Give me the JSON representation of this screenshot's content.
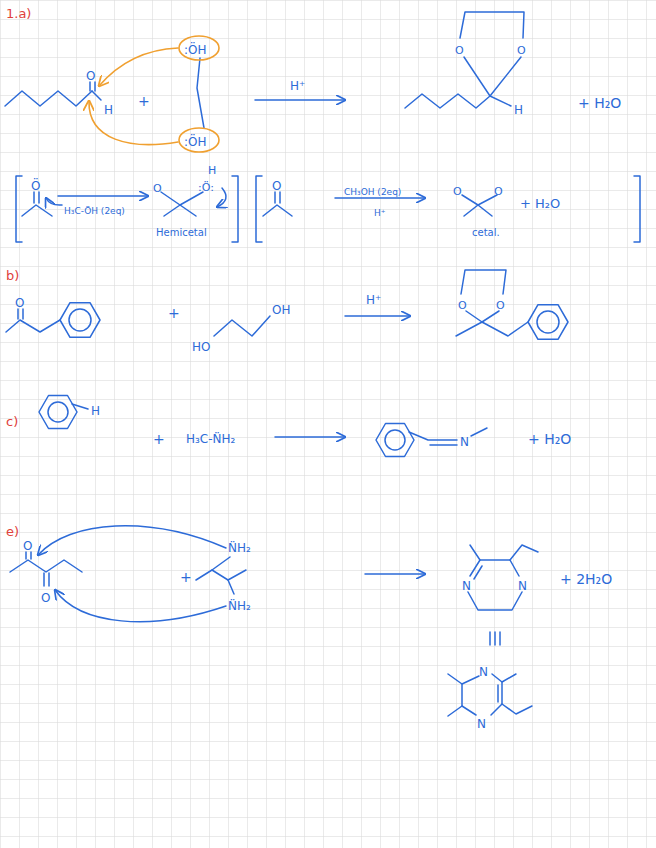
{
  "diagram": {
    "labels": [
      "1.a)",
      "O",
      "H",
      "+",
      ":ÖH",
      ":ÖH",
      "H⁺",
      "O",
      "O",
      "H",
      "+ H₂O",
      "Ö",
      "H₃C-ÖH (2eq)",
      "O",
      "H",
      ":Ö:",
      "Hemicetal",
      "O",
      "CH₃OH (2eq)",
      "H⁺",
      "O",
      "O",
      "+ H₂O",
      "cetal.",
      "b)",
      "O",
      "+",
      "HO",
      "OH",
      "H⁺",
      "O",
      "O",
      "c)",
      "H",
      "+",
      "H₃C-N̈H₂",
      "N",
      "+ H₂O",
      "e)",
      "O",
      "O",
      "+",
      "N̈H₂",
      "N̈H₂",
      "N",
      "N",
      "+ 2H₂O",
      "N",
      "N"
    ]
  }
}
